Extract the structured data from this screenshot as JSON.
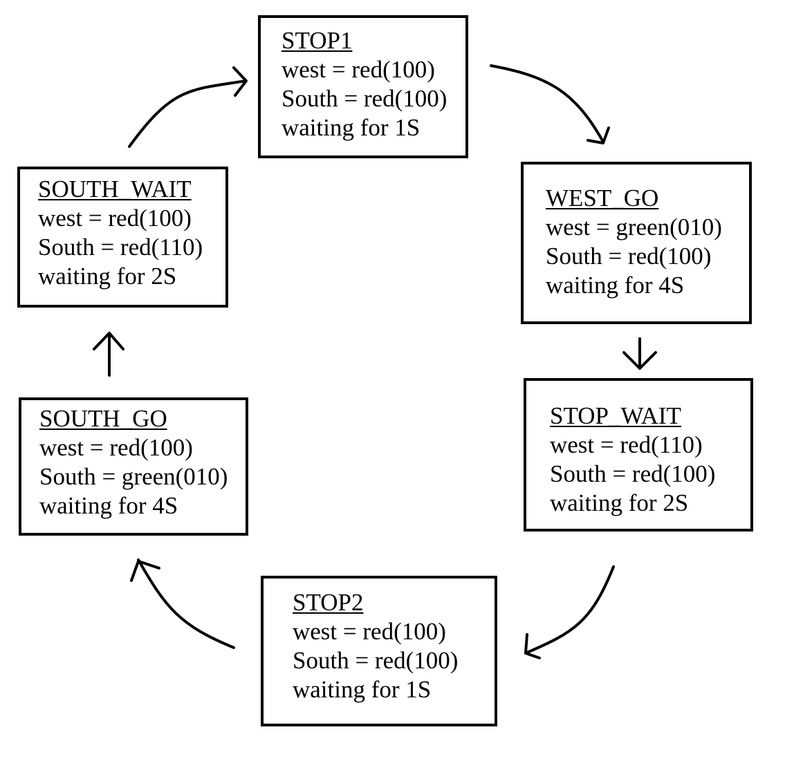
{
  "states": [
    {
      "id": "stop1",
      "name": "STOP1",
      "west": "west = red(100)",
      "south": "South = red(100)",
      "wait": "waiting for 1S"
    },
    {
      "id": "west-go",
      "name": "WEST_GO",
      "west": "west = green(010)",
      "south": "South = red(100)",
      "wait": "waiting for 4S"
    },
    {
      "id": "stop-wait",
      "name": "STOP_WAIT",
      "west": "west = red(110)",
      "south": "South = red(100)",
      "wait": "waiting for 2S"
    },
    {
      "id": "stop2",
      "name": "STOP2",
      "west": "west = red(100)",
      "south": "South = red(100)",
      "wait": "waiting for 1S"
    },
    {
      "id": "south-go",
      "name": "SOUTH_GO",
      "west": "west = red(100)",
      "south": "South = green(010)",
      "wait": "waiting for 4S"
    },
    {
      "id": "south-wait",
      "name": "SOUTH_WAIT",
      "west": "west = red(100)",
      "south": "South = red(110)",
      "wait": "waiting for 2S"
    }
  ],
  "colors": {
    "stroke": "#000000",
    "background": "#ffffff"
  }
}
